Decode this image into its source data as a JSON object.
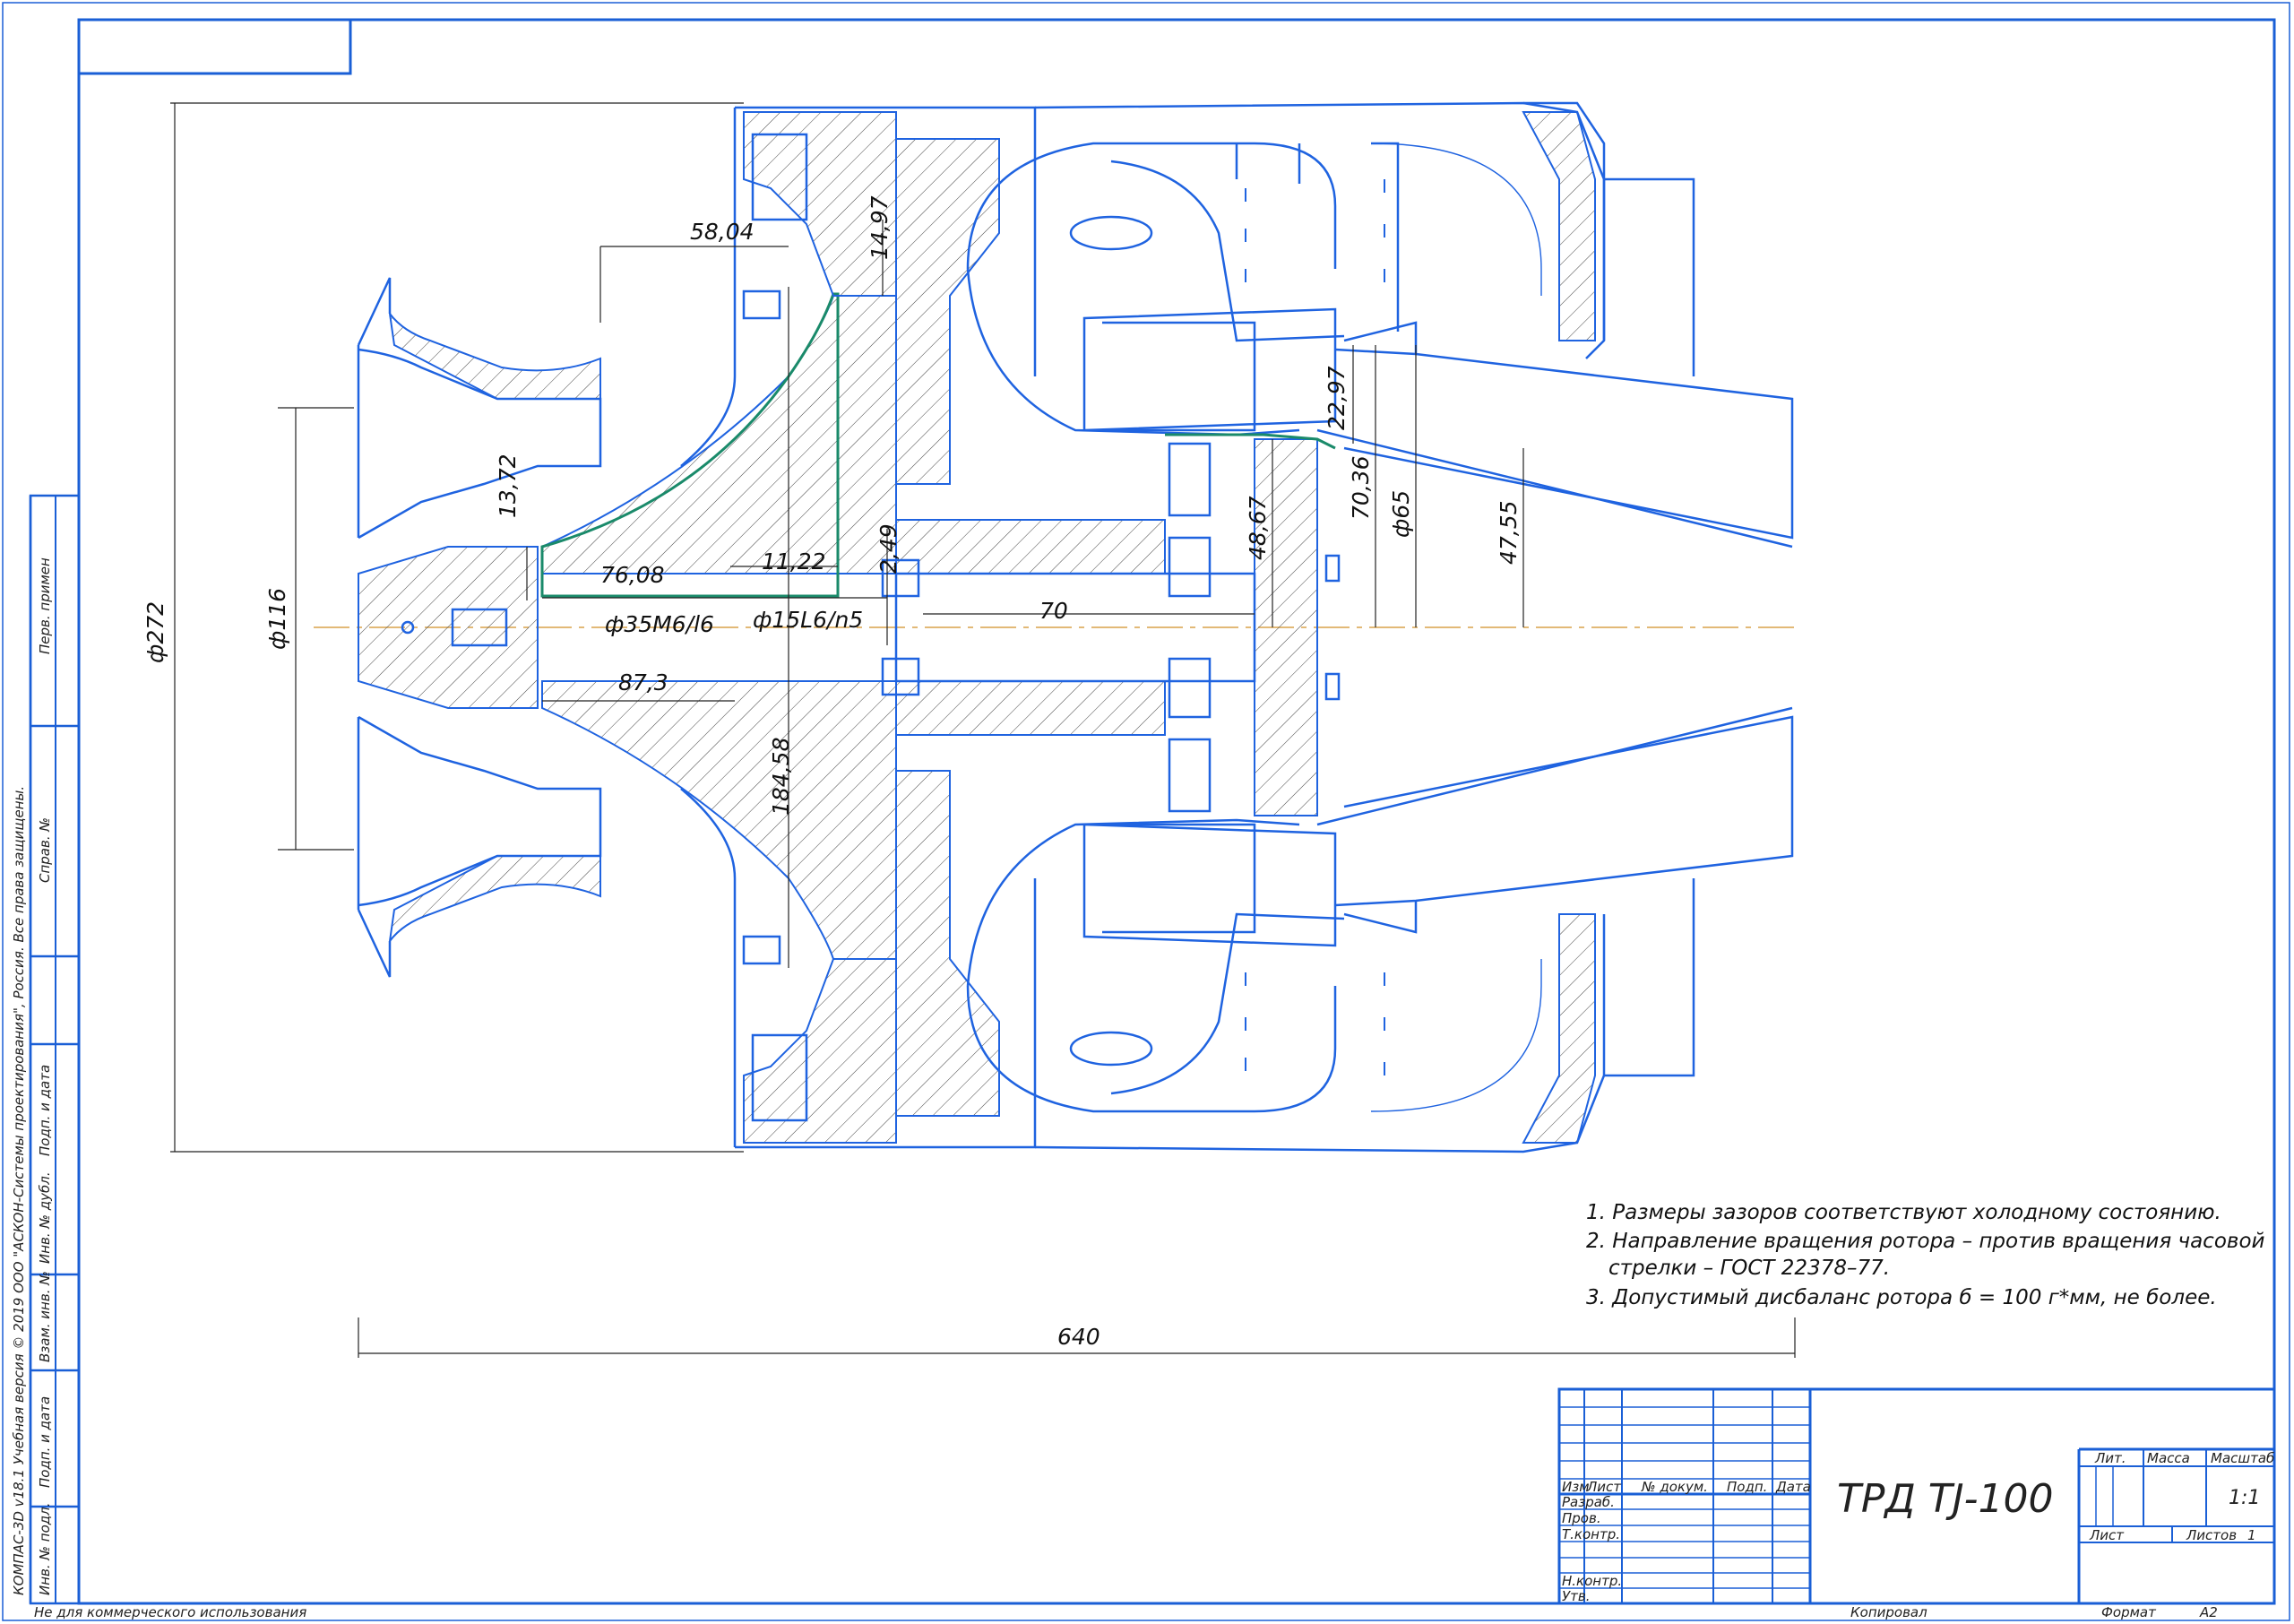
{
  "drawing": {
    "title": "ТРД TJ-100",
    "dimensions": {
      "d272": "ф272",
      "d116": "ф116",
      "d58": "58,04",
      "d14": "14,97",
      "d13": "13,72",
      "d76": "76,08",
      "d11": "11,22",
      "d249": "2,49",
      "d35": "ф35M6/l6",
      "d15": "ф15L6/n5",
      "d70": "70",
      "d87": "87,3",
      "d184": "184,58",
      "d48": "48,67",
      "d22": "22,97",
      "d7036": "70,36",
      "d65": "ф65",
      "d47": "47,55",
      "d640": "640"
    },
    "notes": [
      "1. Размеры зазоров соответствуют холодному состоянию.",
      "2. Направление вращения ротора – против вращения часовой",
      "стрелки – ГОСТ 22378–77.",
      "3. Допустимый дисбаланс ротора б = 100 г*мм, не более."
    ]
  },
  "title_block": {
    "headers": {
      "izm": "Изм",
      "list": "Лист",
      "doc": "№ докум.",
      "sign": "Подп.",
      "date": "Дата"
    },
    "rows": [
      "Разраб.",
      "Пров.",
      "Т.контр.",
      "Н.контр.",
      "Утв."
    ],
    "lit": "Лит.",
    "mass": "Масса",
    "scale": "Масштаб",
    "scale_value": "1:1",
    "sheet": "Лист",
    "sheets": "Листов",
    "sheets_count": "1",
    "copied": "Копировал",
    "format": "Формат",
    "format_value": "А2"
  },
  "side_strip": {
    "perv": "Перв. примен",
    "sprav": "Справ. №",
    "podp1": "Подп. и дата",
    "inv_dubl": "Инв. № дубл.",
    "vzam": "Взам. инв. №",
    "podp2": "Подп. и дата",
    "inv_podl": "Инв. № подл."
  },
  "footer": {
    "kompas": "КОМПАС-3D v18.1 Учебная версия © 2019 ООО \"АСКОН-Системы проектирования\", Россия. Все права защищены.",
    "noncommercial": "Не для коммерческого использования"
  }
}
